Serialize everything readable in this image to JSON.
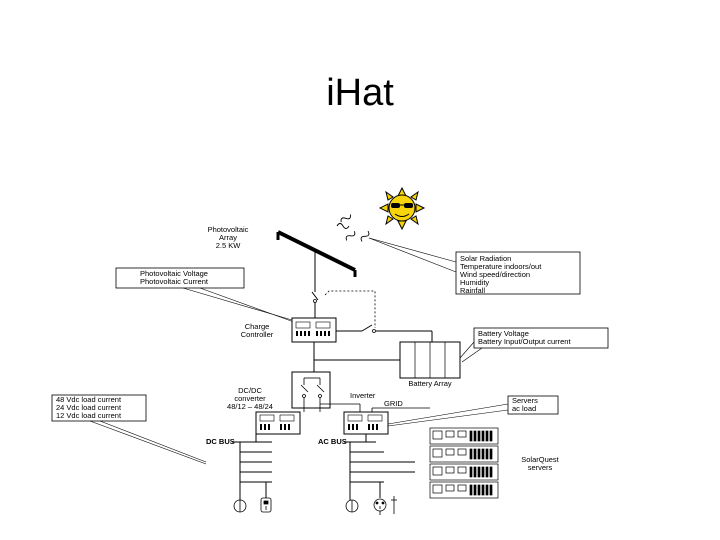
{
  "slide": {
    "title": "iHat"
  },
  "diagram": {
    "pv_array": [
      "Photovoltaic",
      "Array",
      "2.5 KW"
    ],
    "pv_callout": [
      "Photovoltaic Voltage",
      "Photovoltaic Current"
    ],
    "weather_callout": [
      "Solar Radiation",
      "Temperature indoors/out",
      "Wind speed/direction",
      "Humidity",
      "Rainfall"
    ],
    "charge_controller": [
      "Charge",
      "Controller"
    ],
    "battery_callout": [
      "Battery Voltage",
      "Battery Input/Output current"
    ],
    "battery_array": "Battery Array",
    "dcdc": [
      "DC/DC",
      "converter",
      "48/12 – 48/24"
    ],
    "inverter": "Inverter",
    "grid": "GRID",
    "servers_callout": [
      "Servers",
      "ac load"
    ],
    "dc_callout": [
      "48 Vdc load current",
      "24 Vdc load current",
      "12 Vdc load current"
    ],
    "dc_bus": "DC BUS",
    "ac_bus": "AC BUS",
    "solarquest": [
      "SolarQuest",
      "servers"
    ]
  }
}
